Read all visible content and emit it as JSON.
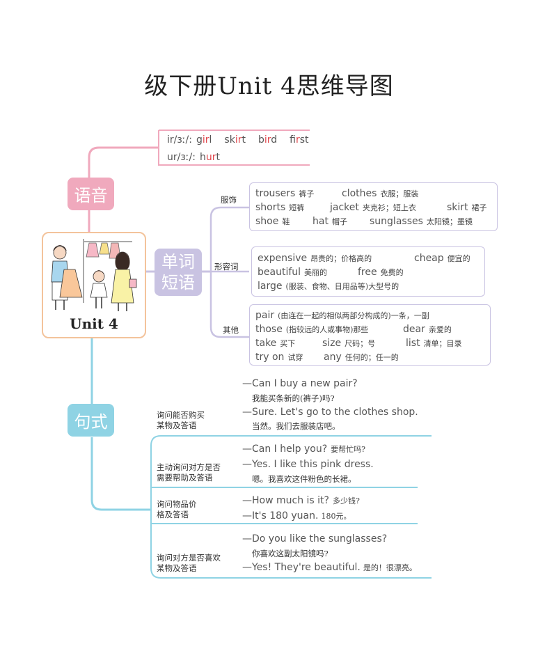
{
  "title": "级下册Unit 4思维导图",
  "center": {
    "label": "Unit 4"
  },
  "colors": {
    "pink": "#f0a9bd",
    "purple": "#c9c3e2",
    "blue": "#8fd3e4",
    "highlight": "#e0474c",
    "card_border": "#f3c39b"
  },
  "phonics": {
    "label": "语音",
    "lines": [
      {
        "sound": "ir/ɜː/:",
        "words": [
          {
            "pre": "g",
            "hl": "ir",
            "post": "l"
          },
          {
            "pre": "sk",
            "hl": "ir",
            "post": "t"
          },
          {
            "pre": "b",
            "hl": "ir",
            "post": "d"
          },
          {
            "pre": "f",
            "hl": "ir",
            "post": "st"
          }
        ]
      },
      {
        "sound": "ur/ɜː/:",
        "words": [
          {
            "pre": "h",
            "hl": "ur",
            "post": "t"
          }
        ]
      }
    ]
  },
  "vocab": {
    "label_line1": "单词",
    "label_line2": "短语",
    "groups": [
      {
        "name": "服饰",
        "rows": [
          [
            {
              "en": "trousers",
              "cn": "裤子"
            },
            {
              "en": "clothes",
              "cn": "衣服；服装"
            }
          ],
          [
            {
              "en": "shorts",
              "cn": "短裤"
            },
            {
              "en": "jacket",
              "cn": "夹克衫；短上衣"
            },
            {
              "en": "skirt",
              "cn": "裙子"
            }
          ],
          [
            {
              "en": "shoe",
              "cn": "鞋"
            },
            {
              "en": "hat",
              "cn": "帽子"
            },
            {
              "en": "sunglasses",
              "cn": "太阳镜；墨镜"
            }
          ]
        ]
      },
      {
        "name": "形容词",
        "rows": [
          [
            {
              "en": "expensive",
              "cn": "昂贵的；价格高的"
            },
            {
              "en": "cheap",
              "cn": "便宜的"
            }
          ],
          [
            {
              "en": "beautiful",
              "cn": "美丽的"
            },
            {
              "en": "free",
              "cn": "免费的"
            }
          ],
          [
            {
              "en": "large",
              "cn": "(服装、食物、日用品等)大型号的"
            }
          ]
        ]
      },
      {
        "name": "其他",
        "rows": [
          [
            {
              "en": "pair",
              "cn": "(由连在一起的相似两部分构成的)一条，一副"
            }
          ],
          [
            {
              "en": "those",
              "cn": "(指较远的人或事物)那些"
            },
            {
              "en": "dear",
              "cn": "亲爱的"
            }
          ],
          [
            {
              "en": "take",
              "cn": "买下"
            },
            {
              "en": "size",
              "cn": "尺码；号"
            },
            {
              "en": "list",
              "cn": "清单；目录"
            }
          ],
          [
            {
              "en": "try on",
              "cn": "试穿"
            },
            {
              "en": "any",
              "cn": "任何的；任一的"
            }
          ]
        ]
      }
    ]
  },
  "sentences": {
    "label": "句式",
    "groups": [
      {
        "label_line1": "询问能否购买",
        "label_line2": "某物及答语",
        "q": "—Can I buy a new pair?",
        "q_cn": "我能买条新的(裤子)吗?",
        "a": "—Sure. Let's go to the clothes shop.",
        "a_cn": "当然。我们去服装店吧。"
      },
      {
        "label_line1": "主动询问对方是否",
        "label_line2": "需要帮助及答语",
        "q": "—Can I help you?",
        "q_cn": "要帮忙吗?",
        "a": "—Yes. I like this pink dress.",
        "a_cn": "嗯。我喜欢这件粉色的长裙。"
      },
      {
        "label_line1": "询问物品价",
        "label_line2": "格及答语",
        "q": "—How much is it?",
        "q_cn": "多少钱?",
        "a": "—It's 180 yuan.",
        "a_cn": "180元。"
      },
      {
        "label_line1": "询问对方是否喜欢",
        "label_line2": "某物及答语",
        "q": "—Do you like the sunglasses?",
        "q_cn": "你喜欢这副太阳镜吗?",
        "a": "—Yes! They're beautiful.",
        "a_cn": "是的！很漂亮。"
      }
    ]
  }
}
